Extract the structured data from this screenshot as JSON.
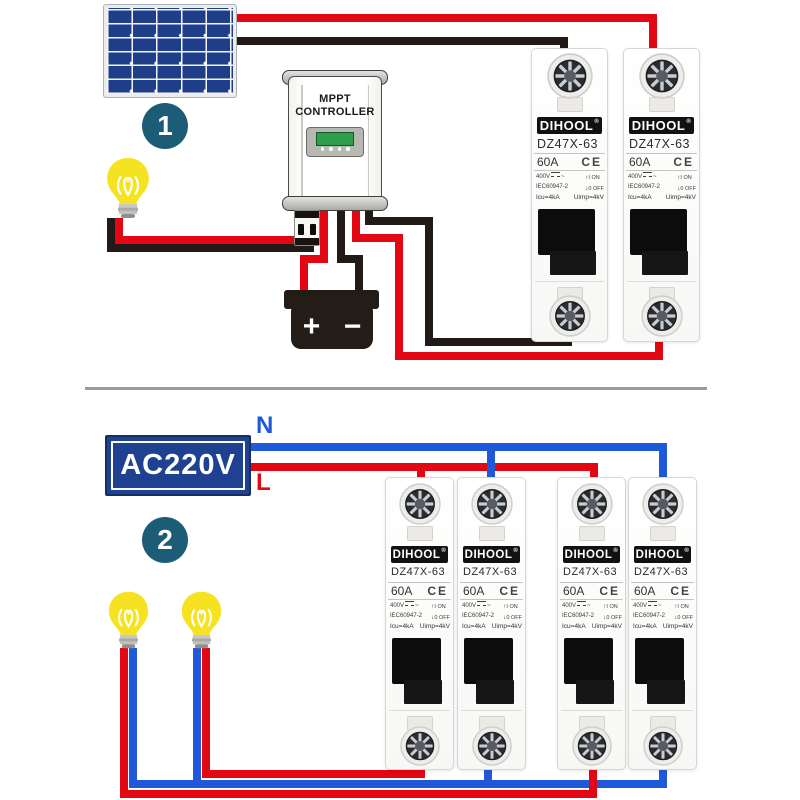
{
  "colors": {
    "wire_red": "#e30613",
    "wire_black": "#221a16",
    "wire_blue": "#1f58d8",
    "badge": "#1c5c77",
    "panel_blue": "#1e3e8a",
    "ac_blue": "#1e4191",
    "bulb_yellow": "#f5e322"
  },
  "icons": {
    "arrow_up": "↑",
    "arrow_down": "↓"
  },
  "section1": {
    "badge": "1",
    "controller_line1": "MPPT",
    "controller_line2": "CONTROLLER",
    "battery_plus": "+",
    "battery_minus": "−"
  },
  "section2": {
    "badge": "2",
    "source_label": "AC220V",
    "neutral_label": "N",
    "live_label": "L"
  },
  "breaker": {
    "brand": "DIHOOL",
    "reg_mark": "®",
    "model": "DZ47X-63",
    "rating": "60A",
    "ce_mark": "CE",
    "voltage": "400V",
    "ac_symbol": "~",
    "standard": "IEC60947-2",
    "on_label": "I ON",
    "off_label": "0 OFF",
    "breaking_capacity": "Icu=4kA",
    "impulse_voltage": "Uimp=4kV"
  }
}
